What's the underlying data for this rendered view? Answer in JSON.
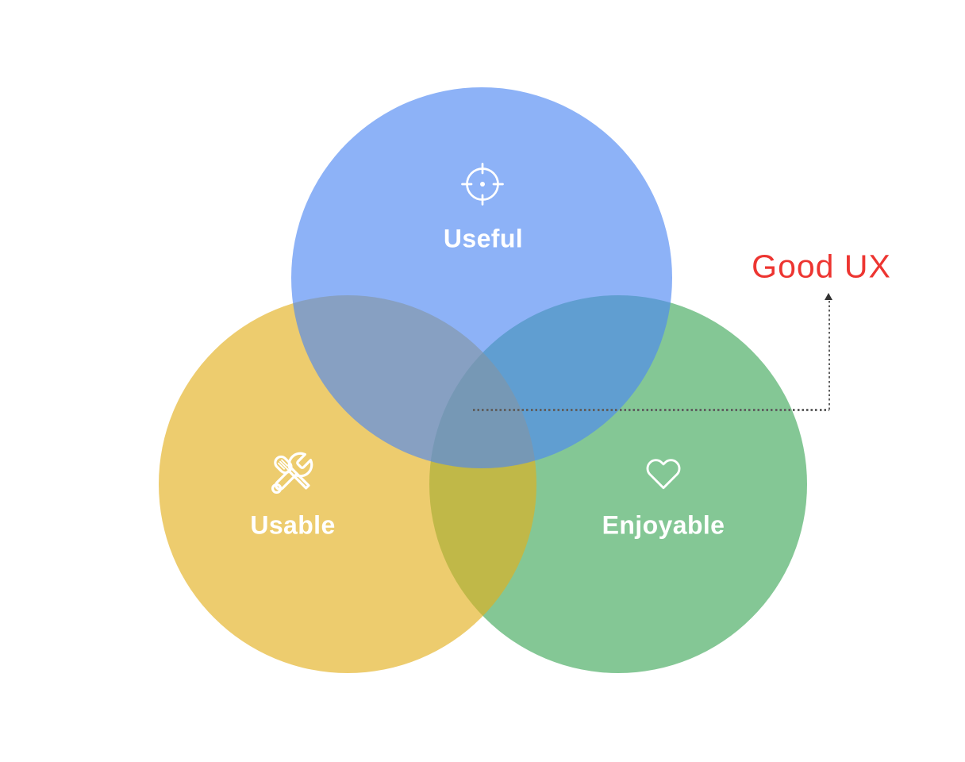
{
  "diagram": {
    "type": "venn",
    "background": "#ffffff",
    "label_color": "#ffffff",
    "circles": [
      {
        "label": "Useful",
        "icon": "target-icon",
        "fill": "rgba(77,135,243,0.64)",
        "shown_color": "#8db2f7",
        "position": "top"
      },
      {
        "label": "Usable",
        "icon": "tools-icon",
        "fill": "rgba(227,175,28,0.64)",
        "shown_color": "#edcc6e",
        "position": "bottom-left"
      },
      {
        "label": "Enjoyable",
        "icon": "heart-icon",
        "fill": "rgba(63,168,89,0.64)",
        "shown_color": "#84c795",
        "position": "bottom-right"
      }
    ],
    "overlap_colors": {
      "useful_usable": "#87a2c2",
      "useful_enjoyable": "#5b9fd0",
      "usable_enjoyable": "#bfb94a",
      "all_three": "#739aac"
    },
    "annotation": {
      "label": "Good UX",
      "color": "#ed3531",
      "points_to": "center-intersection"
    },
    "connector": {
      "style": "dotted",
      "dot_color": "#5f5f5f",
      "arrow_color": "#333333",
      "arrow_direction": "up"
    }
  }
}
